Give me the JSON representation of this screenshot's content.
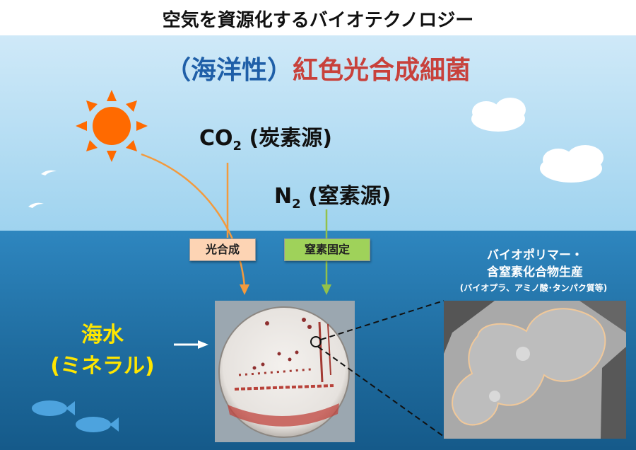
{
  "header": {
    "title": "空気を資源化するバイオテクノロジー"
  },
  "subtitle": {
    "part1": "（海洋性）",
    "part2": "紅色光合成細菌"
  },
  "carbon_source": {
    "formula": "CO",
    "subscript": "2",
    "label": "(炭素源)"
  },
  "nitrogen_source": {
    "formula": "N",
    "subscript": "2",
    "label": "(窒素源)"
  },
  "process_labels": {
    "photosynthesis": "光合成",
    "nitrogen_fixation": "窒素固定"
  },
  "seawater": {
    "line1": "海水",
    "line2": "(ミネラル)"
  },
  "products": {
    "line1": "バイオポリマー・",
    "line2": "含窒素化合物生産",
    "line3": "(バイオプラ、アミノ酸･タンパク質等)"
  },
  "colors": {
    "title_blue": "#1f5fa8",
    "title_red": "#c8413b",
    "seawater_text": "#ffe600",
    "sun": "#ff6a00",
    "photosynthesis_box": "#fdd4b4",
    "nitrogen_box": "#9fd25a",
    "arrow_orange": "#f39a3d",
    "arrow_green": "#93c14a"
  },
  "icons": [
    "sun-icon",
    "cloud-icon",
    "bird-icon",
    "fish-icon",
    "petri-dish-icon",
    "microscope-image"
  ]
}
